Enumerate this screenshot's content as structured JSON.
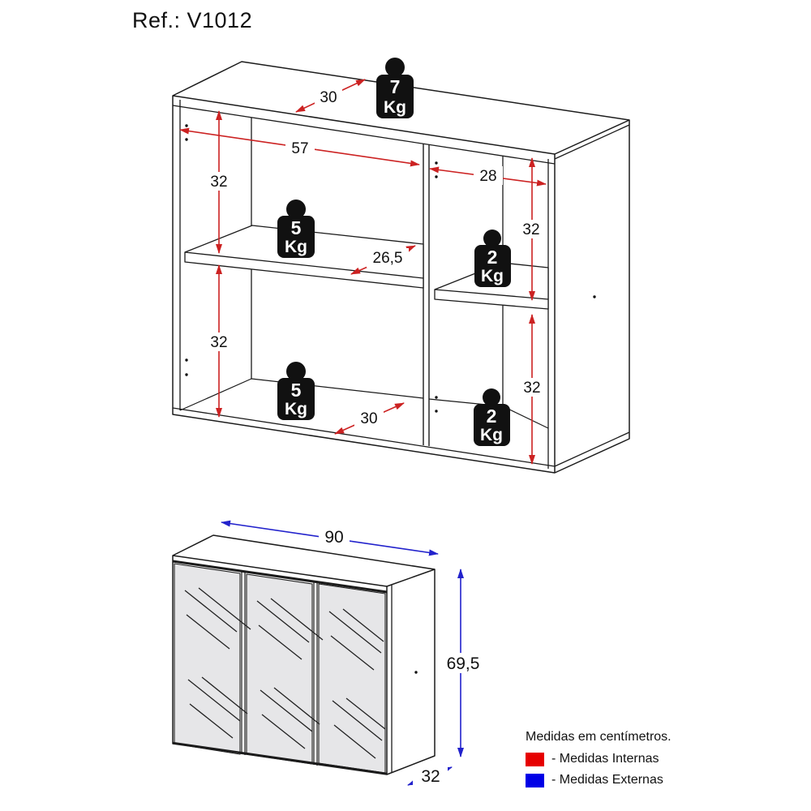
{
  "title": "Ref.: V1012",
  "colors": {
    "internal_measure_red": "#e60000",
    "external_measure_blue": "#0000e6",
    "line": "#1b1b1b",
    "mirror_fill": "#e6e6e8",
    "weight_fill": "#111111"
  },
  "internal_view": {
    "dims": {
      "top_depth": "30",
      "left_width": "57",
      "left_upper_height": "32",
      "left_lower_height": "32",
      "shelf_depth": "26,5",
      "right_width": "28",
      "right_upper_height": "32",
      "right_lower_height": "32",
      "bottom_depth": "30"
    },
    "weights": {
      "top": {
        "value": "7",
        "unit": "Kg"
      },
      "mid_left": {
        "value": "5",
        "unit": "Kg"
      },
      "mid_right": {
        "value": "2",
        "unit": "Kg"
      },
      "bottom_left": {
        "value": "5",
        "unit": "Kg"
      },
      "bottom_right": {
        "value": "2",
        "unit": "Kg"
      }
    }
  },
  "external_view": {
    "dims": {
      "width": "90",
      "height": "69,5",
      "depth": "32"
    }
  },
  "legend": {
    "heading": "Medidas em centímetros.",
    "items": [
      {
        "swatch": "#e60000",
        "label": "- Medidas Internas"
      },
      {
        "swatch": "#0000e6",
        "label": "- Medidas Externas"
      }
    ]
  }
}
